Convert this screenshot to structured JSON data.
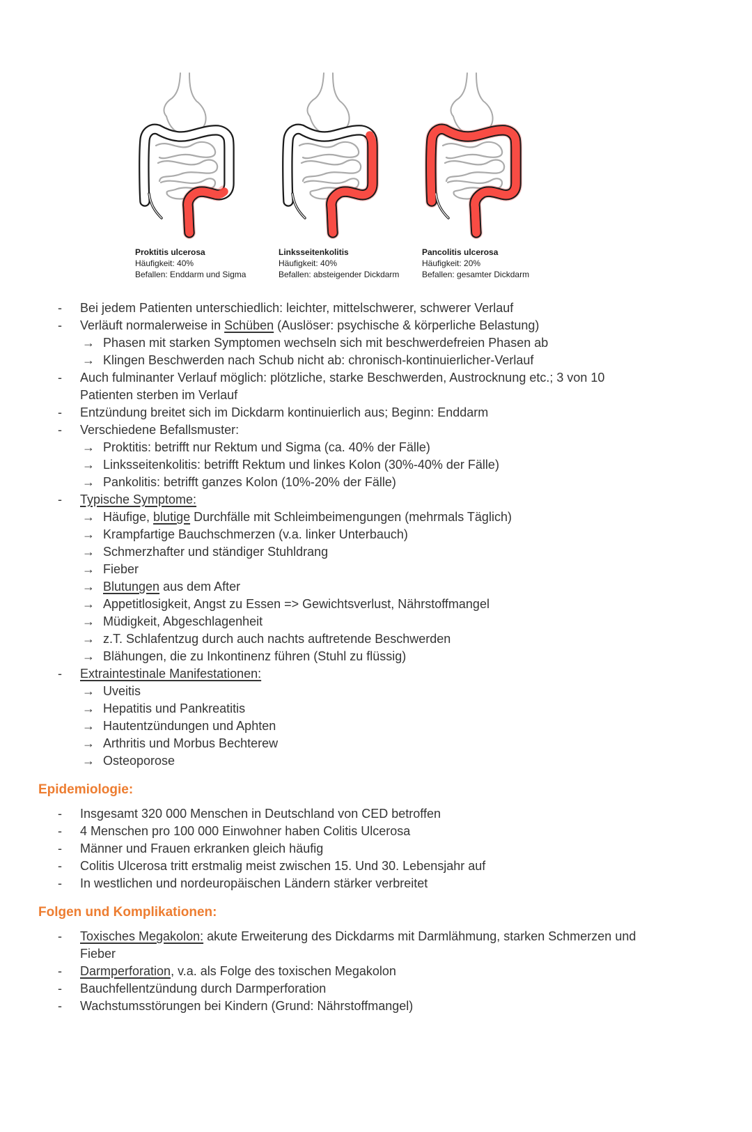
{
  "colors": {
    "accent_orange": "#ED7D31",
    "highlight_red": "#F8423A",
    "body_text": "#353535"
  },
  "figures": [
    {
      "caption_title": "Proktitis ulcerosa",
      "caption_lines": [
        "Häufigkeit: 40%",
        "Befallen: Enddarm und Sigma"
      ],
      "highlighted_region": "rectum-and-sigma"
    },
    {
      "caption_title": "Linksseitenkolitis",
      "caption_lines": [
        "Häufigkeit: 40%",
        "Befallen: absteigender Dickdarm"
      ],
      "highlighted_region": "descending-colon-sigma-rectum"
    },
    {
      "caption_title": "Pancolitis ulcerosa",
      "caption_lines": [
        "Häufigkeit: 20%",
        "Befallen: gesamter Dickdarm"
      ],
      "highlighted_region": "entire-colon"
    }
  ],
  "content": [
    {
      "type": "list",
      "items": [
        {
          "level": 1,
          "lines": [
            [
              [
                "Bei jedem Patienten unterschiedlich: leichter, mittelschwerer, schwerer Verlauf",
                0
              ]
            ]
          ]
        },
        {
          "level": 1,
          "lines": [
            [
              [
                "Verläuft normalerweise in ",
                0
              ],
              [
                "Schüben",
                1
              ],
              [
                " (Auslöser: psychische & körperliche Belastung)",
                0
              ]
            ]
          ]
        },
        {
          "level": 2,
          "lines": [
            [
              [
                "Phasen mit starken Symptomen wechseln sich mit beschwerdefreien Phasen ab",
                0
              ]
            ]
          ]
        },
        {
          "level": 2,
          "lines": [
            [
              [
                "Klingen Beschwerden nach Schub nicht ab: chronisch-kontinuierlicher-Verlauf",
                0
              ]
            ]
          ]
        },
        {
          "level": 1,
          "lines": [
            [
              [
                "Auch fulminanter Verlauf möglich: plötzliche, starke Beschwerden, Austrocknung etc.; 3 von 10",
                0
              ]
            ],
            [
              [
                "Patienten sterben im Verlauf",
                0
              ]
            ]
          ]
        },
        {
          "level": 1,
          "lines": [
            [
              [
                "Entzündung breitet sich im Dickdarm kontinuierlich aus; Beginn: Enddarm",
                0
              ]
            ]
          ]
        },
        {
          "level": 1,
          "lines": [
            [
              [
                "Verschiedene Befallsmuster:",
                0
              ]
            ]
          ]
        },
        {
          "level": 2,
          "lines": [
            [
              [
                "Proktitis: betrifft nur Rektum und Sigma (ca. 40% der Fälle)",
                0
              ]
            ]
          ]
        },
        {
          "level": 2,
          "lines": [
            [
              [
                "Linksseitenkolitis: betrifft Rektum und linkes Kolon (30%-40% der Fälle)",
                0
              ]
            ]
          ]
        },
        {
          "level": 2,
          "lines": [
            [
              [
                "Pankolitis: betrifft ganzes Kolon (10%-20% der Fälle)",
                0
              ]
            ]
          ]
        },
        {
          "level": 1,
          "lines": [
            [
              [
                "Typische Symptome:",
                1
              ]
            ]
          ]
        },
        {
          "level": 2,
          "lines": [
            [
              [
                "Häufige, ",
                0
              ],
              [
                "blutige",
                1
              ],
              [
                " Durchfälle mit Schleimbeimengungen (mehrmals Täglich)",
                0
              ]
            ]
          ]
        },
        {
          "level": 2,
          "lines": [
            [
              [
                "Krampfartige Bauchschmerzen (v.a. linker Unterbauch)",
                0
              ]
            ]
          ]
        },
        {
          "level": 2,
          "lines": [
            [
              [
                "Schmerzhafter und ständiger Stuhldrang",
                0
              ]
            ]
          ]
        },
        {
          "level": 2,
          "lines": [
            [
              [
                "Fieber",
                0
              ]
            ]
          ]
        },
        {
          "level": 2,
          "lines": [
            [
              [
                "Blutungen",
                1
              ],
              [
                " aus dem After",
                0
              ]
            ]
          ]
        },
        {
          "level": 2,
          "lines": [
            [
              [
                "Appetitlosigkeit, Angst zu Essen => Gewichtsverlust, Nährstoffmangel",
                0
              ]
            ]
          ]
        },
        {
          "level": 2,
          "lines": [
            [
              [
                "Müdigkeit, Abgeschlagenheit",
                0
              ]
            ]
          ]
        },
        {
          "level": 2,
          "lines": [
            [
              [
                "z.T. Schlafentzug durch auch nachts auftretende Beschwerden",
                0
              ]
            ]
          ]
        },
        {
          "level": 2,
          "lines": [
            [
              [
                "Blähungen, die zu Inkontinenz führen (Stuhl zu flüssig)",
                0
              ]
            ]
          ]
        },
        {
          "level": 1,
          "lines": [
            [
              [
                "Extraintestinale Manifestationen:",
                1
              ]
            ]
          ]
        },
        {
          "level": 2,
          "lines": [
            [
              [
                "Uveitis",
                0
              ]
            ]
          ]
        },
        {
          "level": 2,
          "lines": [
            [
              [
                "Hepatitis und Pankreatitis",
                0
              ]
            ]
          ]
        },
        {
          "level": 2,
          "lines": [
            [
              [
                "Hautentzündungen und Aphten",
                0
              ]
            ]
          ]
        },
        {
          "level": 2,
          "lines": [
            [
              [
                "Arthritis und Morbus Bechterew",
                0
              ]
            ]
          ]
        },
        {
          "level": 2,
          "lines": [
            [
              [
                "Osteoporose",
                0
              ]
            ]
          ]
        }
      ]
    },
    {
      "type": "heading",
      "text": "Epidemiologie:"
    },
    {
      "type": "list",
      "items": [
        {
          "level": 1,
          "lines": [
            [
              [
                "Insgesamt 320 000 Menschen in Deutschland von CED betroffen",
                0
              ]
            ]
          ]
        },
        {
          "level": 1,
          "lines": [
            [
              [
                "4 Menschen pro 100 000 Einwohner haben Colitis Ulcerosa",
                0
              ]
            ]
          ]
        },
        {
          "level": 1,
          "lines": [
            [
              [
                "Männer und Frauen erkranken gleich häufig",
                0
              ]
            ]
          ]
        },
        {
          "level": 1,
          "lines": [
            [
              [
                "Colitis Ulcerosa tritt erstmalig meist zwischen 15. Und 30. Lebensjahr auf",
                0
              ]
            ]
          ]
        },
        {
          "level": 1,
          "lines": [
            [
              [
                "In westlichen und nordeuropäischen Ländern stärker verbreitet",
                0
              ]
            ]
          ]
        }
      ]
    },
    {
      "type": "heading",
      "text": "Folgen und Komplikationen:"
    },
    {
      "type": "list",
      "items": [
        {
          "level": 1,
          "lines": [
            [
              [
                "Toxisches Megakolon:",
                1
              ],
              [
                " akute Erweiterung des Dickdarms mit Darmlähmung, starken Schmerzen und",
                0
              ]
            ],
            [
              [
                "Fieber",
                0
              ]
            ]
          ]
        },
        {
          "level": 1,
          "lines": [
            [
              [
                "Darmperforation",
                1
              ],
              [
                ", v.a. als Folge des toxischen Megakolon",
                0
              ]
            ]
          ]
        },
        {
          "level": 1,
          "lines": [
            [
              [
                "Bauchfellentzündung durch Darmperforation",
                0
              ]
            ]
          ]
        },
        {
          "level": 1,
          "lines": [
            [
              [
                "Wachstumsstörungen bei Kindern (Grund: Nährstoffmangel)",
                0
              ]
            ]
          ]
        }
      ]
    }
  ]
}
